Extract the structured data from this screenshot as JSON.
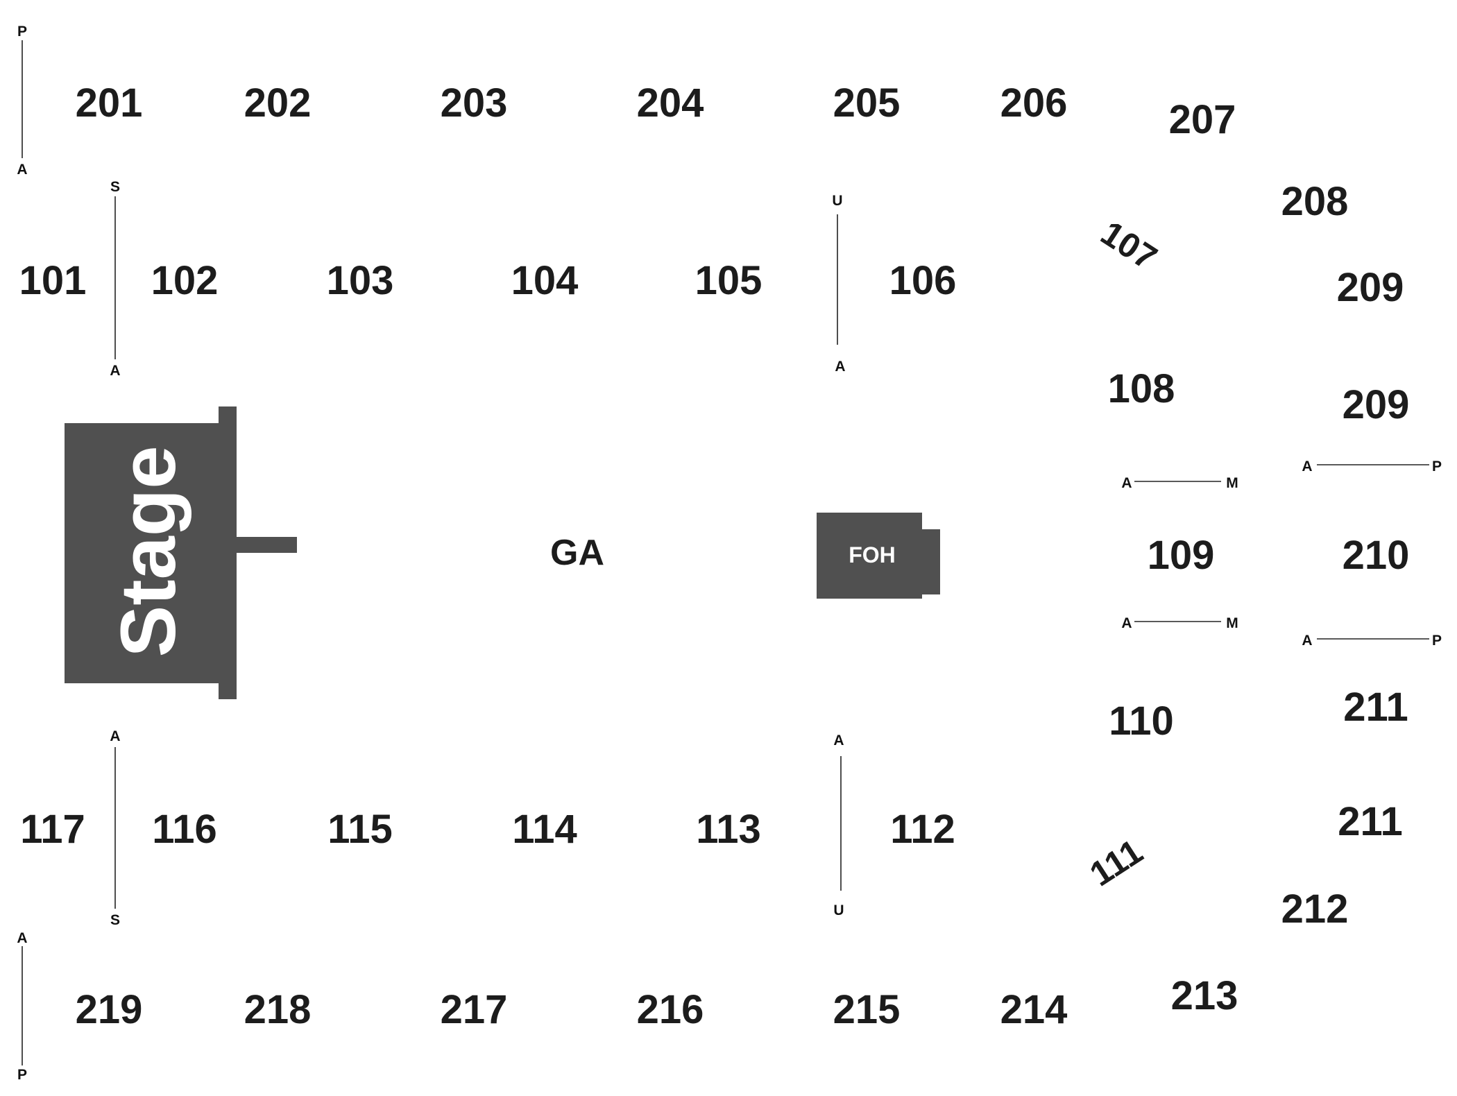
{
  "colors": {
    "blocks": "#505050",
    "text": "#1c1c1c",
    "background": "#ffffff",
    "block_text": "#ffffff"
  },
  "stage": {
    "label": "Stage"
  },
  "foh": {
    "label": "FOH"
  },
  "ga": {
    "label": "GA"
  },
  "sections": {
    "s201": "201",
    "s202": "202",
    "s203": "203",
    "s204": "204",
    "s205": "205",
    "s206": "206",
    "s207": "207",
    "s208": "208",
    "s209a": "209",
    "s209b": "209",
    "s210": "210",
    "s211a": "211",
    "s211b": "211",
    "s212": "212",
    "s213": "213",
    "s214": "214",
    "s215": "215",
    "s216": "216",
    "s217": "217",
    "s218": "218",
    "s219": "219",
    "s101": "101",
    "s102": "102",
    "s103": "103",
    "s104": "104",
    "s105": "105",
    "s106": "106",
    "s107": "107",
    "s108": "108",
    "s109": "109",
    "s110": "110",
    "s111": "111",
    "s112": "112",
    "s113": "113",
    "s114": "114",
    "s115": "115",
    "s116": "116",
    "s117": "117"
  },
  "row_markers": {
    "left_upper_top": "P",
    "left_upper_bottom": "A",
    "s102_top": "S",
    "s102_bottom": "A",
    "s106_top": "U",
    "s106_bottom": "A",
    "s109_top_left": "A",
    "s109_top_right": "M",
    "s109_bottom_left": "A",
    "s109_bottom_right": "M",
    "s210_top_left": "A",
    "s210_top_right": "P",
    "s210_bottom_left": "A",
    "s210_bottom_right": "P",
    "s116_top": "A",
    "s116_bottom": "S",
    "s112_top": "A",
    "s112_bottom": "U",
    "left_lower_top": "A",
    "left_lower_bottom": "P"
  }
}
